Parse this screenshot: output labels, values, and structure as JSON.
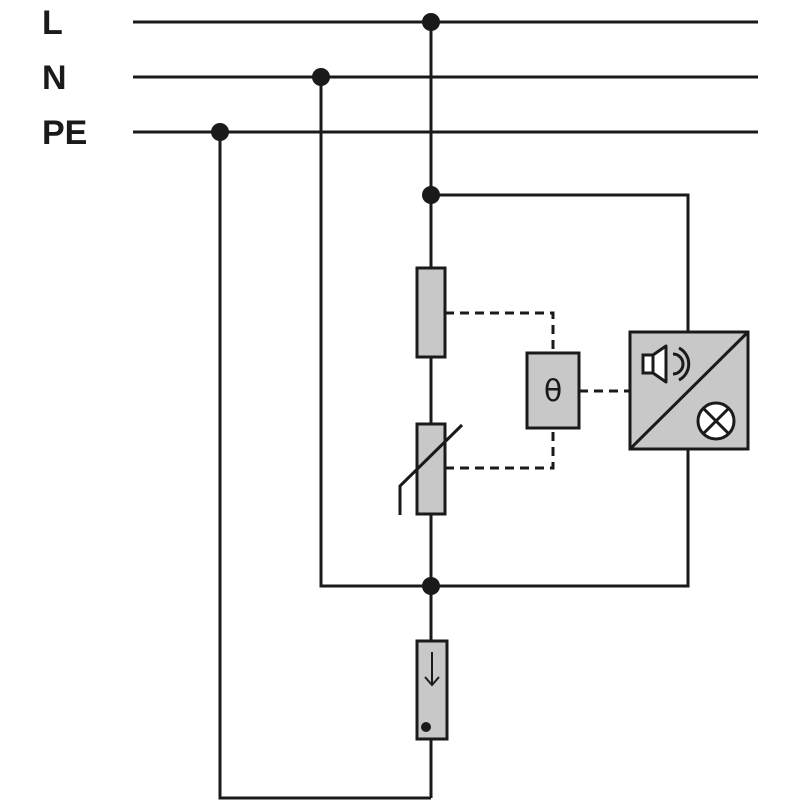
{
  "buses": {
    "line_label": "L",
    "neutral_label": "N",
    "earth_label": "PE"
  },
  "thermal_disconnector": {
    "symbol": "θ"
  },
  "colors": {
    "wire": "#1a1a1a",
    "component_fill": "#c8c8c8",
    "background": "#ffffff"
  },
  "icons": [
    "speaker-icon",
    "signal-lamp-icon",
    "varistor-icon",
    "spark-gap-icon"
  ]
}
